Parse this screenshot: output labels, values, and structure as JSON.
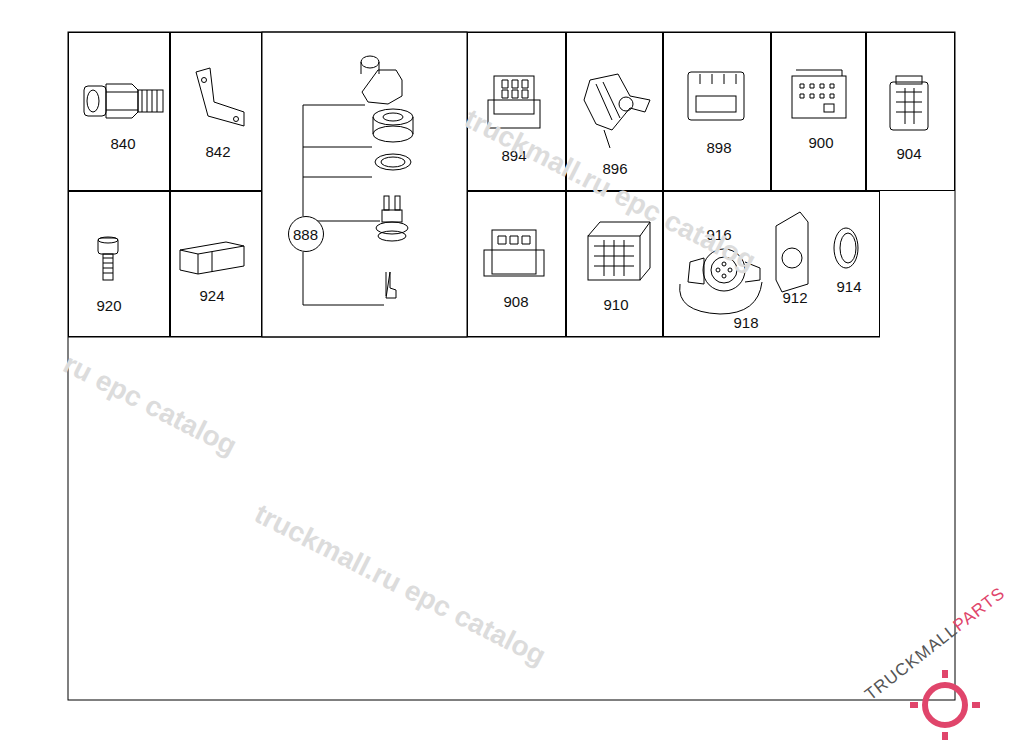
{
  "diagram": {
    "nodes": [
      {
        "text": [
          "840"
        ]
      },
      {
        "text": [
          "842"
        ]
      },
      {
        "text": [
          "888"
        ]
      },
      {
        "text": [
          "894"
        ]
      },
      {
        "text": [
          "896"
        ]
      },
      {
        "text": [
          "898"
        ]
      },
      {
        "text": [
          "900"
        ]
      },
      {
        "text": [
          "904"
        ]
      },
      {
        "text": [
          "920"
        ]
      },
      {
        "text": [
          "924"
        ]
      },
      {
        "text": [
          "908"
        ]
      },
      {
        "text": [
          "910"
        ]
      },
      {
        "text": [
          "916",
          "918",
          "912",
          "914"
        ]
      }
    ],
    "edges": [],
    "labels": [
      "truckmall.ru epc catalog",
      "truckmall.ru epc catalog",
      "ru epc catalog",
      "TRUCKMALL",
      "PARTS"
    ]
  }
}
